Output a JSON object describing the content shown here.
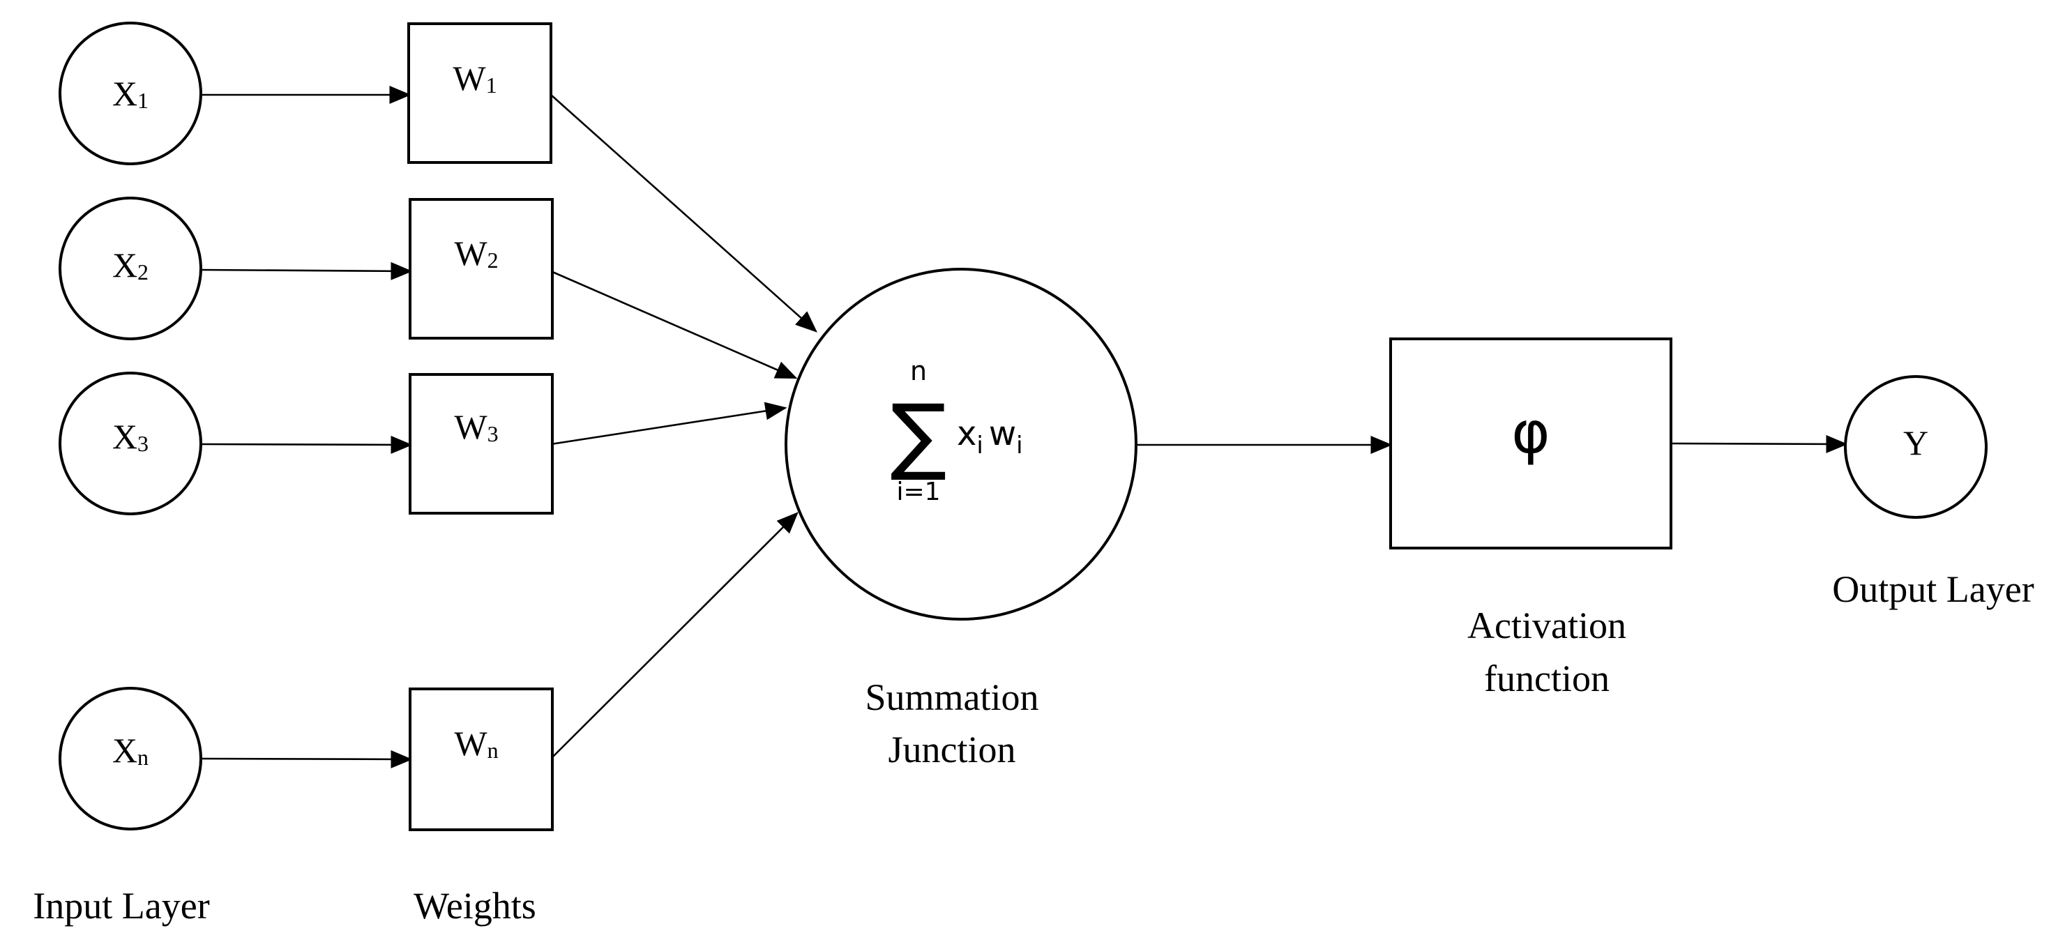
{
  "inputs": [
    {
      "base": "X",
      "sub": "1"
    },
    {
      "base": "X",
      "sub": "2"
    },
    {
      "base": "X",
      "sub": "3"
    },
    {
      "base": "X",
      "sub": "n"
    }
  ],
  "weights": [
    {
      "base": "W",
      "sub": "1"
    },
    {
      "base": "W",
      "sub": "2"
    },
    {
      "base": "W",
      "sub": "3"
    },
    {
      "base": "W",
      "sub": "n"
    }
  ],
  "summation": {
    "symbol": "∑",
    "upper": "n",
    "lower": "i=1",
    "term_x": "x",
    "term_x_sub": "i",
    "term_w": "w",
    "term_w_sub": "i"
  },
  "activation": {
    "symbol": "φ"
  },
  "output": {
    "label": "Y"
  },
  "captions": {
    "input_layer": "Input Layer",
    "weights": "Weights",
    "summation_line1": "Summation",
    "summation_line2": "Junction",
    "activation_line1": "Activation",
    "activation_line2": "function",
    "output_layer": "Output Layer"
  },
  "colors": {
    "stroke": "#000000",
    "background": "#ffffff"
  }
}
